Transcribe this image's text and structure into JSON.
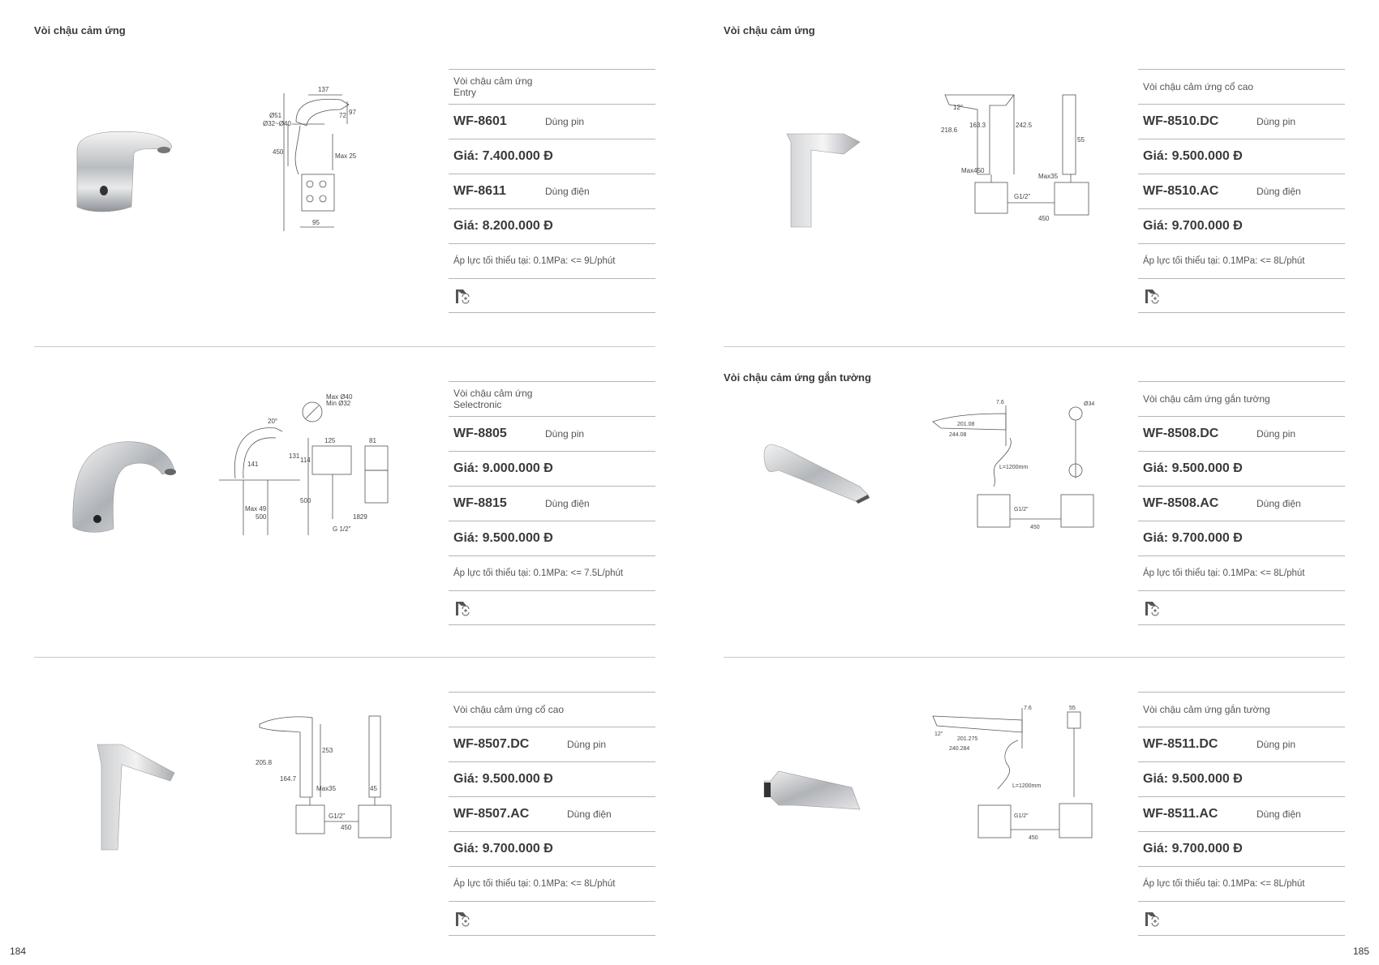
{
  "pages": [
    {
      "number": "184",
      "section_titles": [
        "Vòi chậu cảm ứng"
      ],
      "products": [
        {
          "name": "Vòi chậu cảm ứng\nEntry",
          "variants": [
            {
              "code": "WF-8601",
              "power": "Dùng pin",
              "price": "Giá: 7.400.000 Đ"
            },
            {
              "code": "WF-8611",
              "power": "Dùng điện",
              "price": "Giá: 8.200.000 Đ"
            }
          ],
          "pressure": "Áp lực tối thiểu tại: 0.1MPa: <= 9L/phút",
          "drawing": {
            "labels": [
              "137",
              "Ø51",
              "Ø32~Ø40",
              "72",
              "97",
              "450",
              "Max 25",
              "95"
            ]
          }
        },
        {
          "name": "Vòi chậu cảm ứng\nSelectronic",
          "variants": [
            {
              "code": "WF-8805",
              "power": "Dùng pin",
              "price": "Giá: 9.000.000 Đ"
            },
            {
              "code": "WF-8815",
              "power": "Dùng điện",
              "price": "Giá: 9.500.000 Đ"
            }
          ],
          "pressure": "Áp lực tối thiểu tại: 0.1MPa: <= 7.5L/phút",
          "drawing": {
            "labels": [
              "20°",
              "141",
              "131",
              "Max 49",
              "500",
              "Max Ø40",
              "Min Ø32",
              "125",
              "114",
              "500",
              "81",
              "1829",
              "G 1/2\""
            ]
          }
        },
        {
          "name": "Vòi chậu cảm ứng cổ cao",
          "variants": [
            {
              "code": "WF-8507.DC",
              "power": "Dùng pin",
              "price": "Giá: 9.500.000 Đ"
            },
            {
              "code": "WF-8507.AC",
              "power": "Dùng điện",
              "price": "Giá: 9.700.000 Đ"
            }
          ],
          "pressure": "Áp lực tối thiểu tại: 0.1MPa: <= 8L/phút",
          "drawing": {
            "labels": [
              "205.8",
              "253",
              "164.7",
              "Max35",
              "45",
              "G1/2\"",
              "450"
            ]
          }
        }
      ]
    },
    {
      "number": "185",
      "section_titles": [
        "Vòi chậu cảm ứng",
        "Vòi chậu cảm ứng gắn tường"
      ],
      "products": [
        {
          "name": "Vòi chậu cảm ứng cổ cao",
          "variants": [
            {
              "code": "WF-8510.DC",
              "power": "Dùng pin",
              "price": "Giá: 9.500.000 Đ"
            },
            {
              "code": "WF-8510.AC",
              "power": "Dùng điện",
              "price": "Giá: 9.700.000 Đ"
            }
          ],
          "pressure": "Áp lực tối thiểu tại: 0.1MPa: <= 8L/phút",
          "drawing": {
            "labels": [
              "12°",
              "163.3",
              "242.5",
              "218.6",
              "55",
              "Max450",
              "Max35",
              "G1/2\"",
              "450"
            ]
          }
        },
        {
          "name": "Vòi chậu cảm ứng gắn tường",
          "variants": [
            {
              "code": "WF-8508.DC",
              "power": "Dùng pin",
              "price": "Giá: 9.500.000 Đ"
            },
            {
              "code": "WF-8508.AC",
              "power": "Dùng điện",
              "price": "Giá: 9.700.000 Đ"
            }
          ],
          "pressure": "Áp lực tối thiểu tại: 0.1MPa: <= 8L/phút",
          "drawing": {
            "labels": [
              "7.6",
              "201.08",
              "244.08",
              "L=1200mm",
              "G1/2\"",
              "450",
              "Ø34"
            ]
          }
        },
        {
          "name": "Vòi chậu cảm ứng gắn tường",
          "variants": [
            {
              "code": "WF-8511.DC",
              "power": "Dùng pin",
              "price": "Giá: 9.500.000 Đ"
            },
            {
              "code": "WF-8511.AC",
              "power": "Dùng điện",
              "price": "Giá: 9.700.000 Đ"
            }
          ],
          "pressure": "Áp lực tối thiểu tại: 0.1MPa: <= 8L/phút",
          "drawing": {
            "labels": [
              "7.6",
              "12°",
              "201.275",
              "240.284",
              "55",
              "L=1200mm",
              "G1/2\"",
              "450"
            ]
          }
        }
      ]
    }
  ]
}
